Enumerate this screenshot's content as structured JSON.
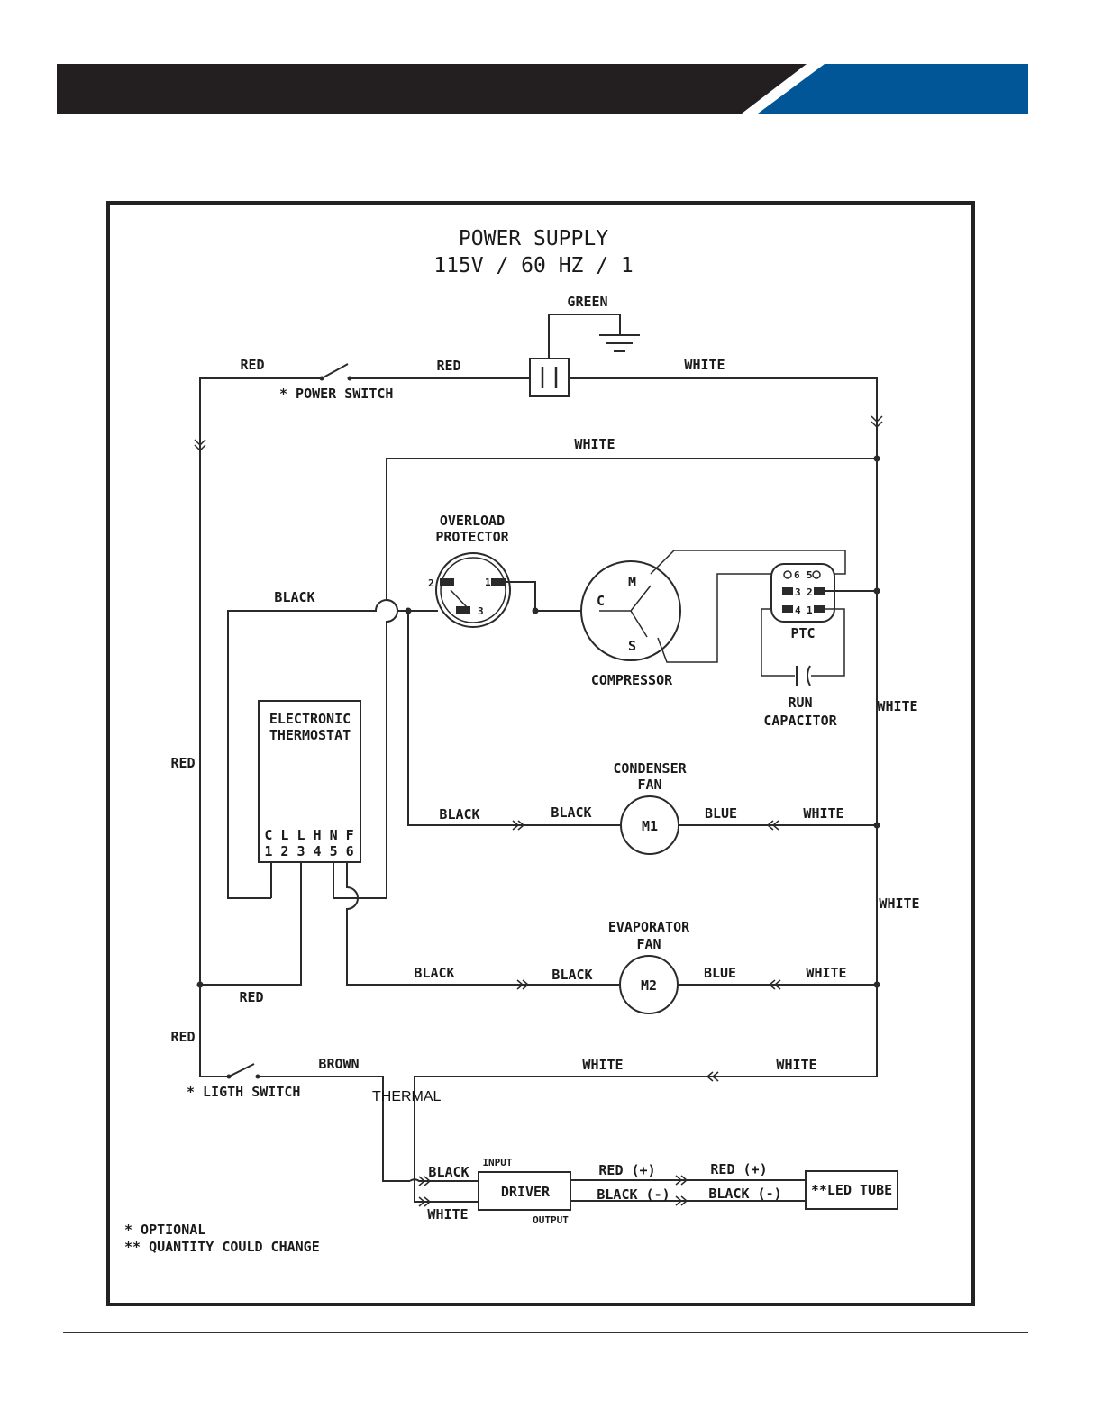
{
  "colors": {
    "banner_dark": "#231f20",
    "banner_accent": "#005696",
    "line": "#2a2a2a"
  },
  "diagram": {
    "power_supply": {
      "title": "POWER SUPPLY",
      "spec": "115V / 60 HZ / 1"
    },
    "wires": {
      "green": "GREEN",
      "red_top_left": "RED",
      "red_top_mid": "RED",
      "white_top": "WHITE",
      "white_upper": "WHITE",
      "black_left": "BLACK",
      "red_left": "RED",
      "white_right_1": "WHITE",
      "white_right_2": "WHITE",
      "red_lower": "RED",
      "red_bottom": "RED",
      "brown": "BROWN",
      "white_bottom_mid": "WHITE",
      "white_bottom_right": "WHITE"
    },
    "switches": {
      "power": "* POWER SWITCH",
      "light": "* LIGTH SWITCH"
    },
    "overload": {
      "line1": "OVERLOAD",
      "line2": "PROTECTOR",
      "t1": "1",
      "t2": "2",
      "t3": "3"
    },
    "compressor": {
      "label": "COMPRESSOR",
      "c": "C",
      "m": "M",
      "s": "S"
    },
    "ptc": {
      "label": "PTC",
      "pin6": "6",
      "pin5": "5",
      "pin3": "3",
      "pin2": "2",
      "pin4": "4",
      "pin1": "1"
    },
    "run_capacitor": {
      "line1": "RUN",
      "line2": "CAPACITOR"
    },
    "thermostat": {
      "line1": "ELECTRONIC",
      "line2": "THERMOSTAT",
      "letters": "C L L H N F",
      "numbers": "1 2 3 4 5 6"
    },
    "condenser_fan": {
      "line1": "CONDENSER",
      "line2": "FAN",
      "motor": "M1",
      "wire_black_1": "BLACK",
      "wire_black_2": "BLACK",
      "wire_blue": "BLUE",
      "wire_white": "WHITE"
    },
    "evaporator_fan": {
      "line1": "EVAPORATOR",
      "line2": "FAN",
      "motor": "M2",
      "wire_black_1": "BLACK",
      "wire_black_2": "BLACK",
      "wire_blue": "BLUE",
      "wire_white": "WHITE"
    },
    "thermal": "THERMAL",
    "driver": {
      "label": "DRIVER",
      "input": "INPUT",
      "output": "OUTPUT",
      "in_black": "BLACK",
      "in_white": "WHITE",
      "out_red_1": "RED (+)",
      "out_black_1": "BLACK (-)",
      "out_red_2": "RED (+)",
      "out_black_2": "BLACK (-)"
    },
    "led_tube": "**LED TUBE",
    "notes": {
      "optional": "* OPTIONAL",
      "quantity": "** QUANTITY COULD CHANGE"
    }
  }
}
